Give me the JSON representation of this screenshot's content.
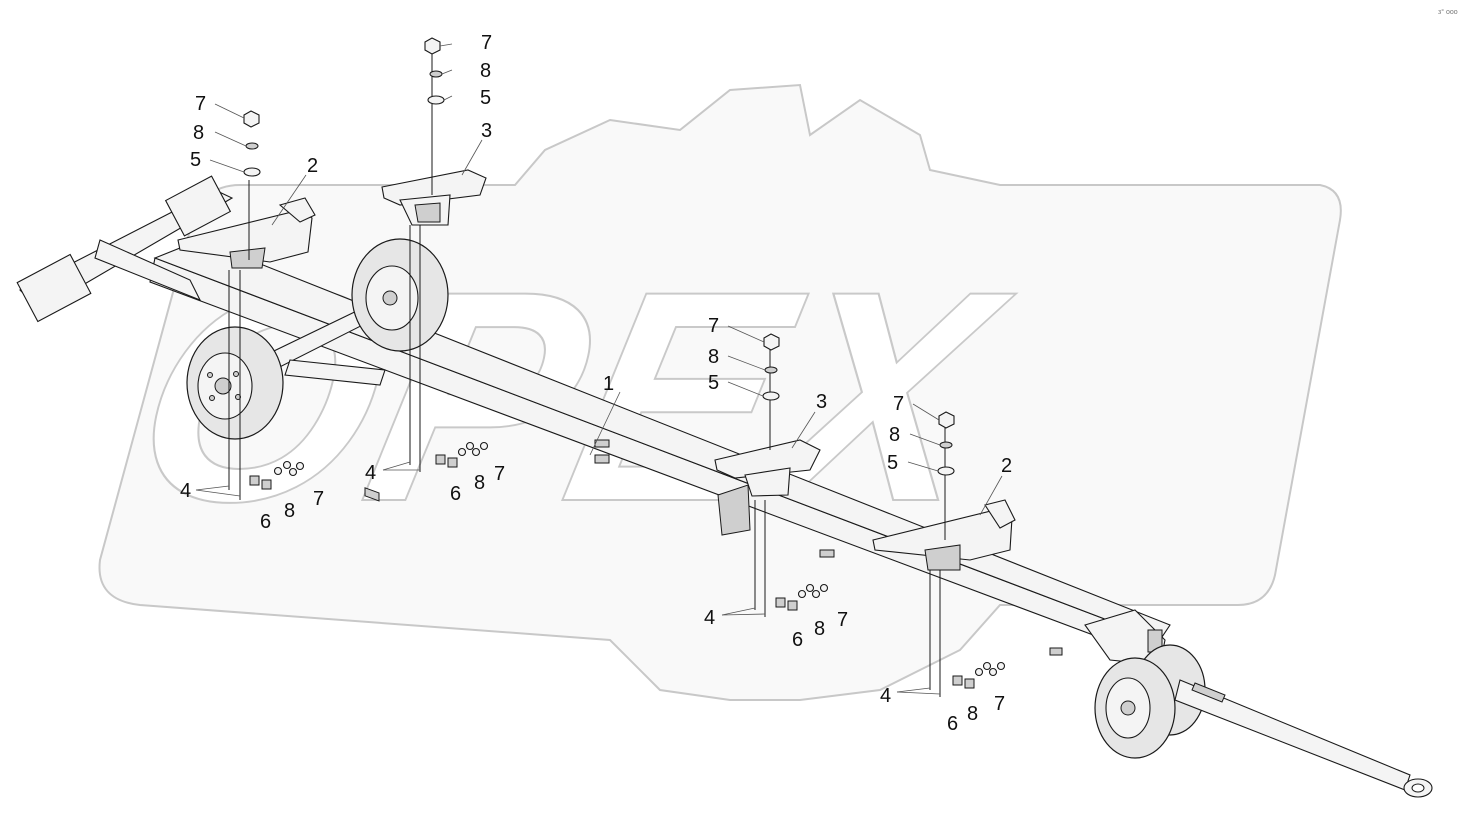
{
  "watermark": {
    "text": "OPEX"
  },
  "corner_mark": {
    "text": "з° ооо"
  },
  "callouts": {
    "main_beam": "1",
    "bracket_left": "2",
    "bracket_right": "2",
    "support_top": "3",
    "support_center": "3",
    "lower_groups": [
      {
        "u_bolt": "4",
        "plate": "6",
        "washer": "8",
        "nut": "7"
      },
      {
        "u_bolt": "4",
        "plate": "6",
        "washer": "8",
        "nut": "7"
      },
      {
        "u_bolt": "4",
        "plate": "6",
        "washer": "8",
        "nut": "7"
      },
      {
        "u_bolt": "4",
        "plate": "6",
        "washer": "8",
        "nut": "7"
      }
    ],
    "upper_groups": [
      {
        "nut": "7",
        "spring_washer": "8",
        "washer": "5"
      },
      {
        "nut": "7",
        "spring_washer": "8",
        "washer": "5"
      },
      {
        "nut": "7",
        "spring_washer": "8",
        "washer": "5"
      },
      {
        "nut": "7",
        "spring_washer": "8",
        "washer": "5"
      }
    ]
  }
}
